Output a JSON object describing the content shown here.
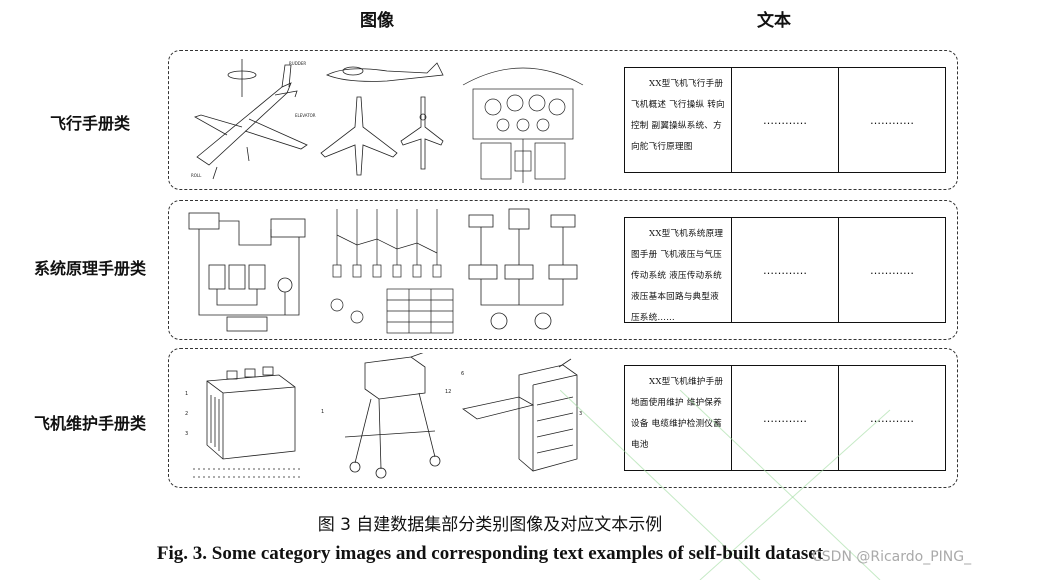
{
  "headers": {
    "images": "图像",
    "text": "文本"
  },
  "rows": [
    {
      "category": "飞行手册类",
      "description": "XX型飞机飞行手册飞机概述 飞行操纵 转向控制 副翼操纵系统、方向舵飞行原理图",
      "ellipsis_1": "…………",
      "ellipsis_2": "…………"
    },
    {
      "category": "系统原理手册类",
      "description": "XX型飞机系统原理图手册 飞机液压与气压传动系统 液压传动系统液压基本回路与典型液压系统……",
      "ellipsis_1": "…………",
      "ellipsis_2": "…………"
    },
    {
      "category": "飞机维护手册类",
      "description": "XX型飞机维护手册 地面使用维护 维护保养设备 电缆维护检测仪蓄电池",
      "ellipsis_1": "…………",
      "ellipsis_2": "…………"
    }
  ],
  "caption_cn": "图 3  自建数据集部分类别图像及对应文本示例",
  "caption_en": "Fig. 3. Some category images and corresponding text examples of self-built dataset",
  "watermark": "CSDN @Ricardo_PING_",
  "colors": {
    "ink": "#111111",
    "watermark_lines": "#9fdc9f",
    "watermark_text": "#aaaaaa"
  }
}
